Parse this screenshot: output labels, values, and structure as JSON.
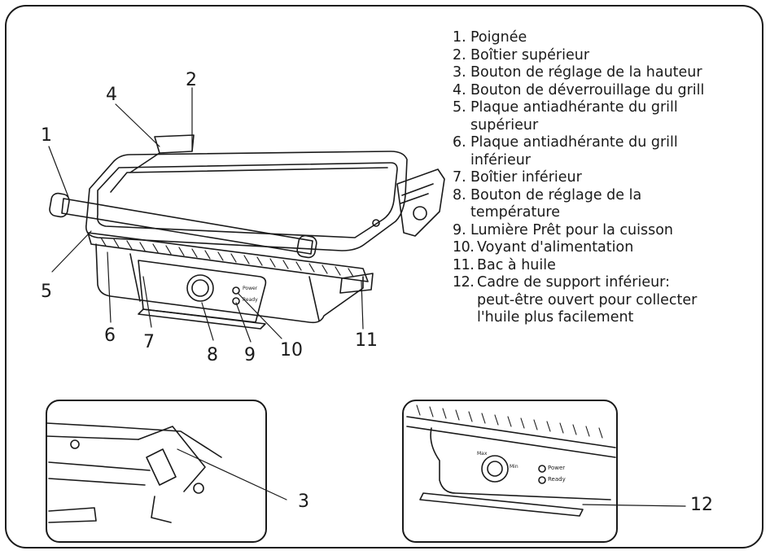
{
  "legend": [
    {
      "num": "1.",
      "text": "Poignée"
    },
    {
      "num": "2.",
      "text": "Boîtier supérieur"
    },
    {
      "num": "3.",
      "text": "Bouton de réglage de la hauteur"
    },
    {
      "num": "4.",
      "text": "Bouton de déverrouillage du grill"
    },
    {
      "num": "5.",
      "text": "Plaque antiadhérante du grill",
      "cont": "supérieur"
    },
    {
      "num": "6.",
      "text": "Plaque antiadhérante du grill",
      "cont": "inférieur"
    },
    {
      "num": "7.",
      "text": "Boîtier inférieur"
    },
    {
      "num": "8.",
      "text": "Bouton de réglage de la",
      "cont": "température"
    },
    {
      "num": "9.",
      "text": "Lumière Prêt pour la cuisson"
    },
    {
      "num": "10.",
      "text": "Voyant d'alimentation"
    },
    {
      "num": "11.",
      "text": "Bac à huile"
    },
    {
      "num": "12.",
      "text": "Cadre de support inférieur:",
      "cont": "peut-être ouvert pour collecter",
      "cont2": "l'huile plus facilement"
    }
  ],
  "callouts": [
    "1",
    "2",
    "3",
    "4",
    "5",
    "6",
    "7",
    "8",
    "9",
    "10",
    "11",
    "12"
  ],
  "panel_labels": {
    "power": "Power",
    "ready": "Ready",
    "max": "Max",
    "min": "Min"
  },
  "colors": {
    "stroke": "#1a1a1a",
    "background": "#ffffff"
  }
}
